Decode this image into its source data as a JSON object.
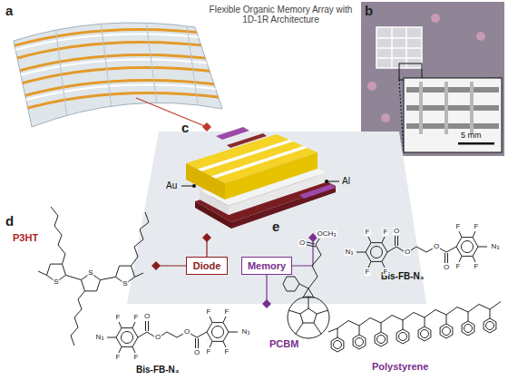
{
  "diagram": {
    "nodes": [
      {
        "text": [
          "Diode"
        ]
      },
      {
        "text": [
          "Memory"
        ]
      }
    ],
    "labels": [
      "a",
      "Flexible Organic Memory Array with 1D-1R Architecture",
      "b",
      "5 mm",
      "c",
      "Au",
      "Al",
      "d",
      "P3HT",
      "S",
      "S",
      "S",
      "Bis-FB-N₃",
      "N₃",
      "F",
      "F",
      "F",
      "F",
      "O",
      "O",
      "O",
      "O",
      "F",
      "F",
      "F",
      "F",
      "N₃",
      "e",
      "Bis-FB-N₃",
      "N₃",
      "F",
      "F",
      "F",
      "F",
      "O",
      "O",
      "O",
      "O",
      "F",
      "F",
      "F",
      "F",
      "N₃",
      "PCBM",
      "O",
      "OCH₃",
      "Polystyrene"
    ]
  }
}
